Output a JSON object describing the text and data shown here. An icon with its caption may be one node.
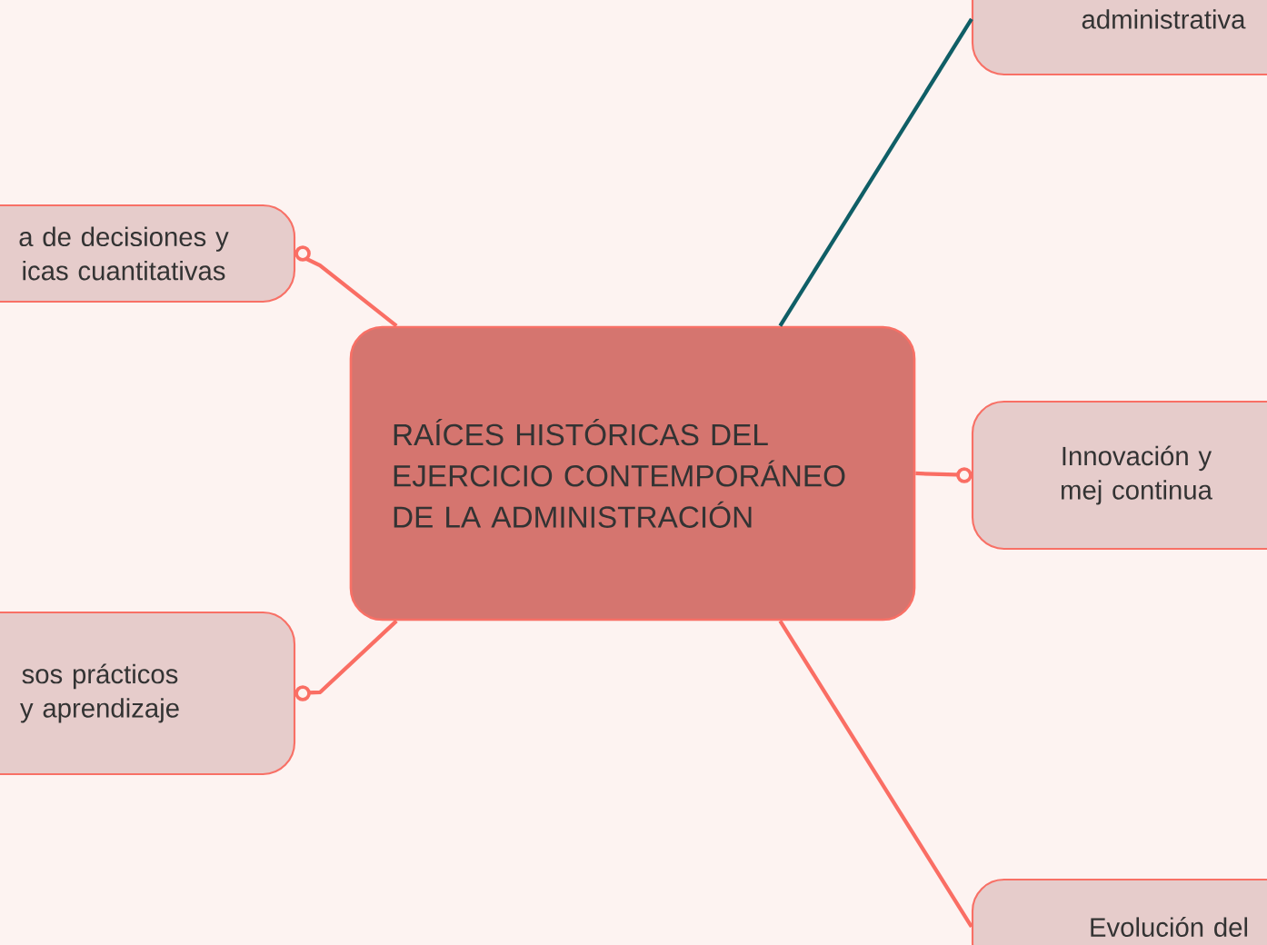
{
  "diagram": {
    "nodes": [
      {
        "text": [
          "RAÍCES HISTÓRICAS DEL EJERCICIO CONTEMPORÁNEO DE LA ADMINISTRACIÓN"
        ]
      },
      {
        "text": [
          "administrativa"
        ]
      },
      {
        "text": [
          "a de decisiones y icas cuantitativas"
        ]
      },
      {
        "text": [
          "sos prácticos y aprendizaje"
        ]
      },
      {
        "text": [
          "Innovación y mej continua"
        ]
      },
      {
        "text": [
          "Evolución del"
        ]
      }
    ],
    "edges": [
      {
        "from": 0,
        "to": 1,
        "arrow": "none",
        "color": "#0f5e66"
      },
      {
        "from": 0,
        "to": 2,
        "arrow": "other"
      },
      {
        "from": 0,
        "to": 3,
        "arrow": "other"
      },
      {
        "from": 0,
        "to": 4,
        "arrow": "other"
      },
      {
        "from": 0,
        "to": 5,
        "arrow": "none"
      }
    ]
  }
}
